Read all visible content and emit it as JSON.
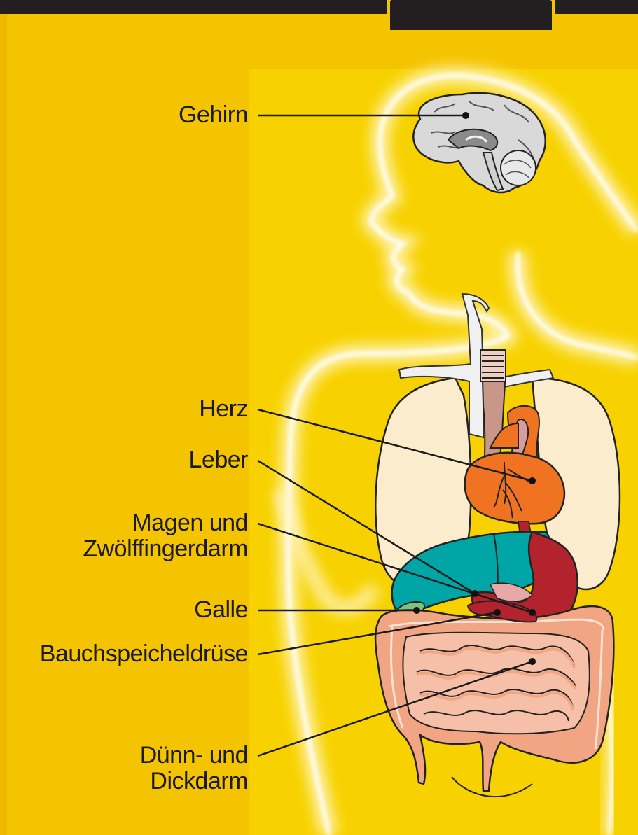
{
  "labels": {
    "gehirn": "Gehirn",
    "herz": "Herz",
    "leber": "Leber",
    "magen_line1": "Magen und",
    "magen_line2": "Zwölffingerdarm",
    "galle": "Galle",
    "bauchspeicheldruese": "Bauchspeicheldrüse",
    "darm_line1": "Dünn- und",
    "darm_line2": "Dickdarm"
  },
  "colors": {
    "background": "#f5c400",
    "panel": "#f7d200",
    "top_bar": "#231f20",
    "body_outline_glow": "#fffbe0",
    "brain": "#d4d4d4",
    "lungs": "#fbeccd",
    "trachea": "#c9978a",
    "heart": "#f07322",
    "liver": "#00a6a6",
    "stomach": "#b2232d",
    "gallbladder": "#7cc27c",
    "intestine": "#f2a582",
    "leader_line": "#1a1a1a"
  },
  "icons": [
    "human-body-silhouette",
    "brain-icon",
    "lungs-icon",
    "heart-icon",
    "liver-icon",
    "stomach-icon",
    "gallbladder-icon",
    "pancreas-icon",
    "intestines-icon"
  ]
}
